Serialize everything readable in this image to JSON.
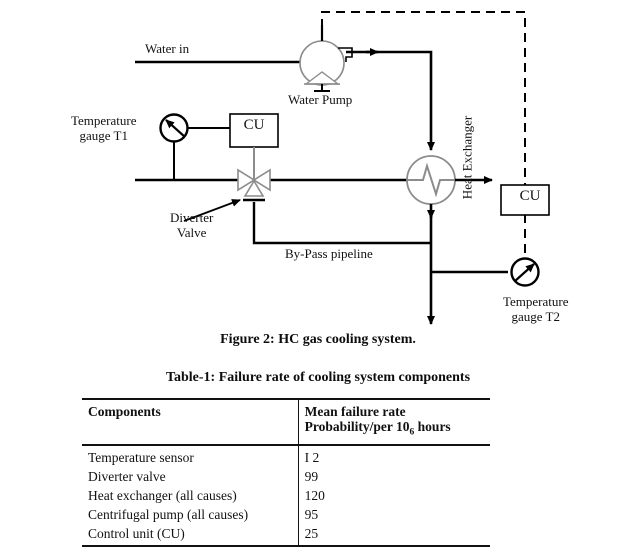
{
  "diagram": {
    "labels": {
      "water_in": "Water in",
      "water_pump": "Water Pump",
      "temperature_gauge_t1_line1": "Temperature",
      "temperature_gauge_t1_line2": "gauge T1",
      "temperature_gauge_t2_line1": "Temperature",
      "temperature_gauge_t2_line2": "gauge T2",
      "control_unit_left": "CU",
      "control_unit_right": "CU",
      "heat_exchanger": "Heat Exchanger",
      "diverter_valve_line1": "Diverter",
      "diverter_valve_line2": "Valve",
      "bypass_pipeline": "By-Pass pipeline"
    },
    "colors": {
      "pipe": "#000000",
      "signal_dashed": "#000000",
      "component_outline": "#8c8c8c",
      "text": "#111111"
    }
  },
  "captions": {
    "figure": "Figure 2: HC gas cooling system.",
    "table": "Table-1: Failure rate of cooling system components"
  },
  "table": {
    "headers": {
      "components": "Components",
      "rate_line1": "Mean failure rate",
      "rate_line2_prefix": "Probability/per 10",
      "rate_line2_sub": "6",
      "rate_line2_suffix": " hours"
    },
    "rows": [
      {
        "component": "Temperature sensor",
        "rate": "I 2"
      },
      {
        "component": "Diverter valve",
        "rate": "99"
      },
      {
        "component": "Heat exchanger (all causes)",
        "rate": "120"
      },
      {
        "component": "Centrifugal pump (all causes)",
        "rate": "95"
      },
      {
        "component": "Control unit (CU)",
        "rate": "25"
      }
    ]
  }
}
